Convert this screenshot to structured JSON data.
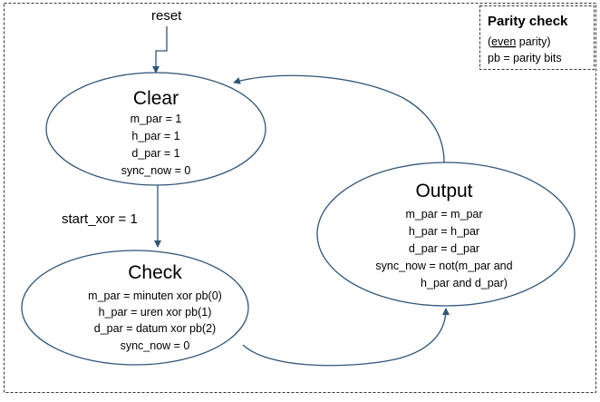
{
  "diagram": {
    "reset_label": "reset",
    "transition_label": "start_xor = 1",
    "states": {
      "clear": {
        "name": "Clear",
        "lines": [
          "m_par = 1",
          "h_par = 1",
          "d_par = 1",
          "sync_now = 0"
        ]
      },
      "check": {
        "name": "Check",
        "lines": [
          "m_par = minuten xor pb(0)",
          "h_par = uren xor pb(1)",
          "d_par = datum xor pb(2)",
          "sync_now = 0"
        ]
      },
      "output": {
        "name": "Output",
        "lines": [
          "m_par = m_par",
          "h_par = h_par",
          "d_par = d_par",
          "sync_now = not(m_par and",
          "h_par and d_par)"
        ]
      }
    }
  },
  "legend": {
    "title": "Parity check",
    "line1_open": "(",
    "line1_em": "even",
    "line1_rest": " parity)",
    "line2": "pb = parity bits"
  },
  "colors": {
    "arrow": "#2e5577",
    "outline": "#2e5577"
  }
}
